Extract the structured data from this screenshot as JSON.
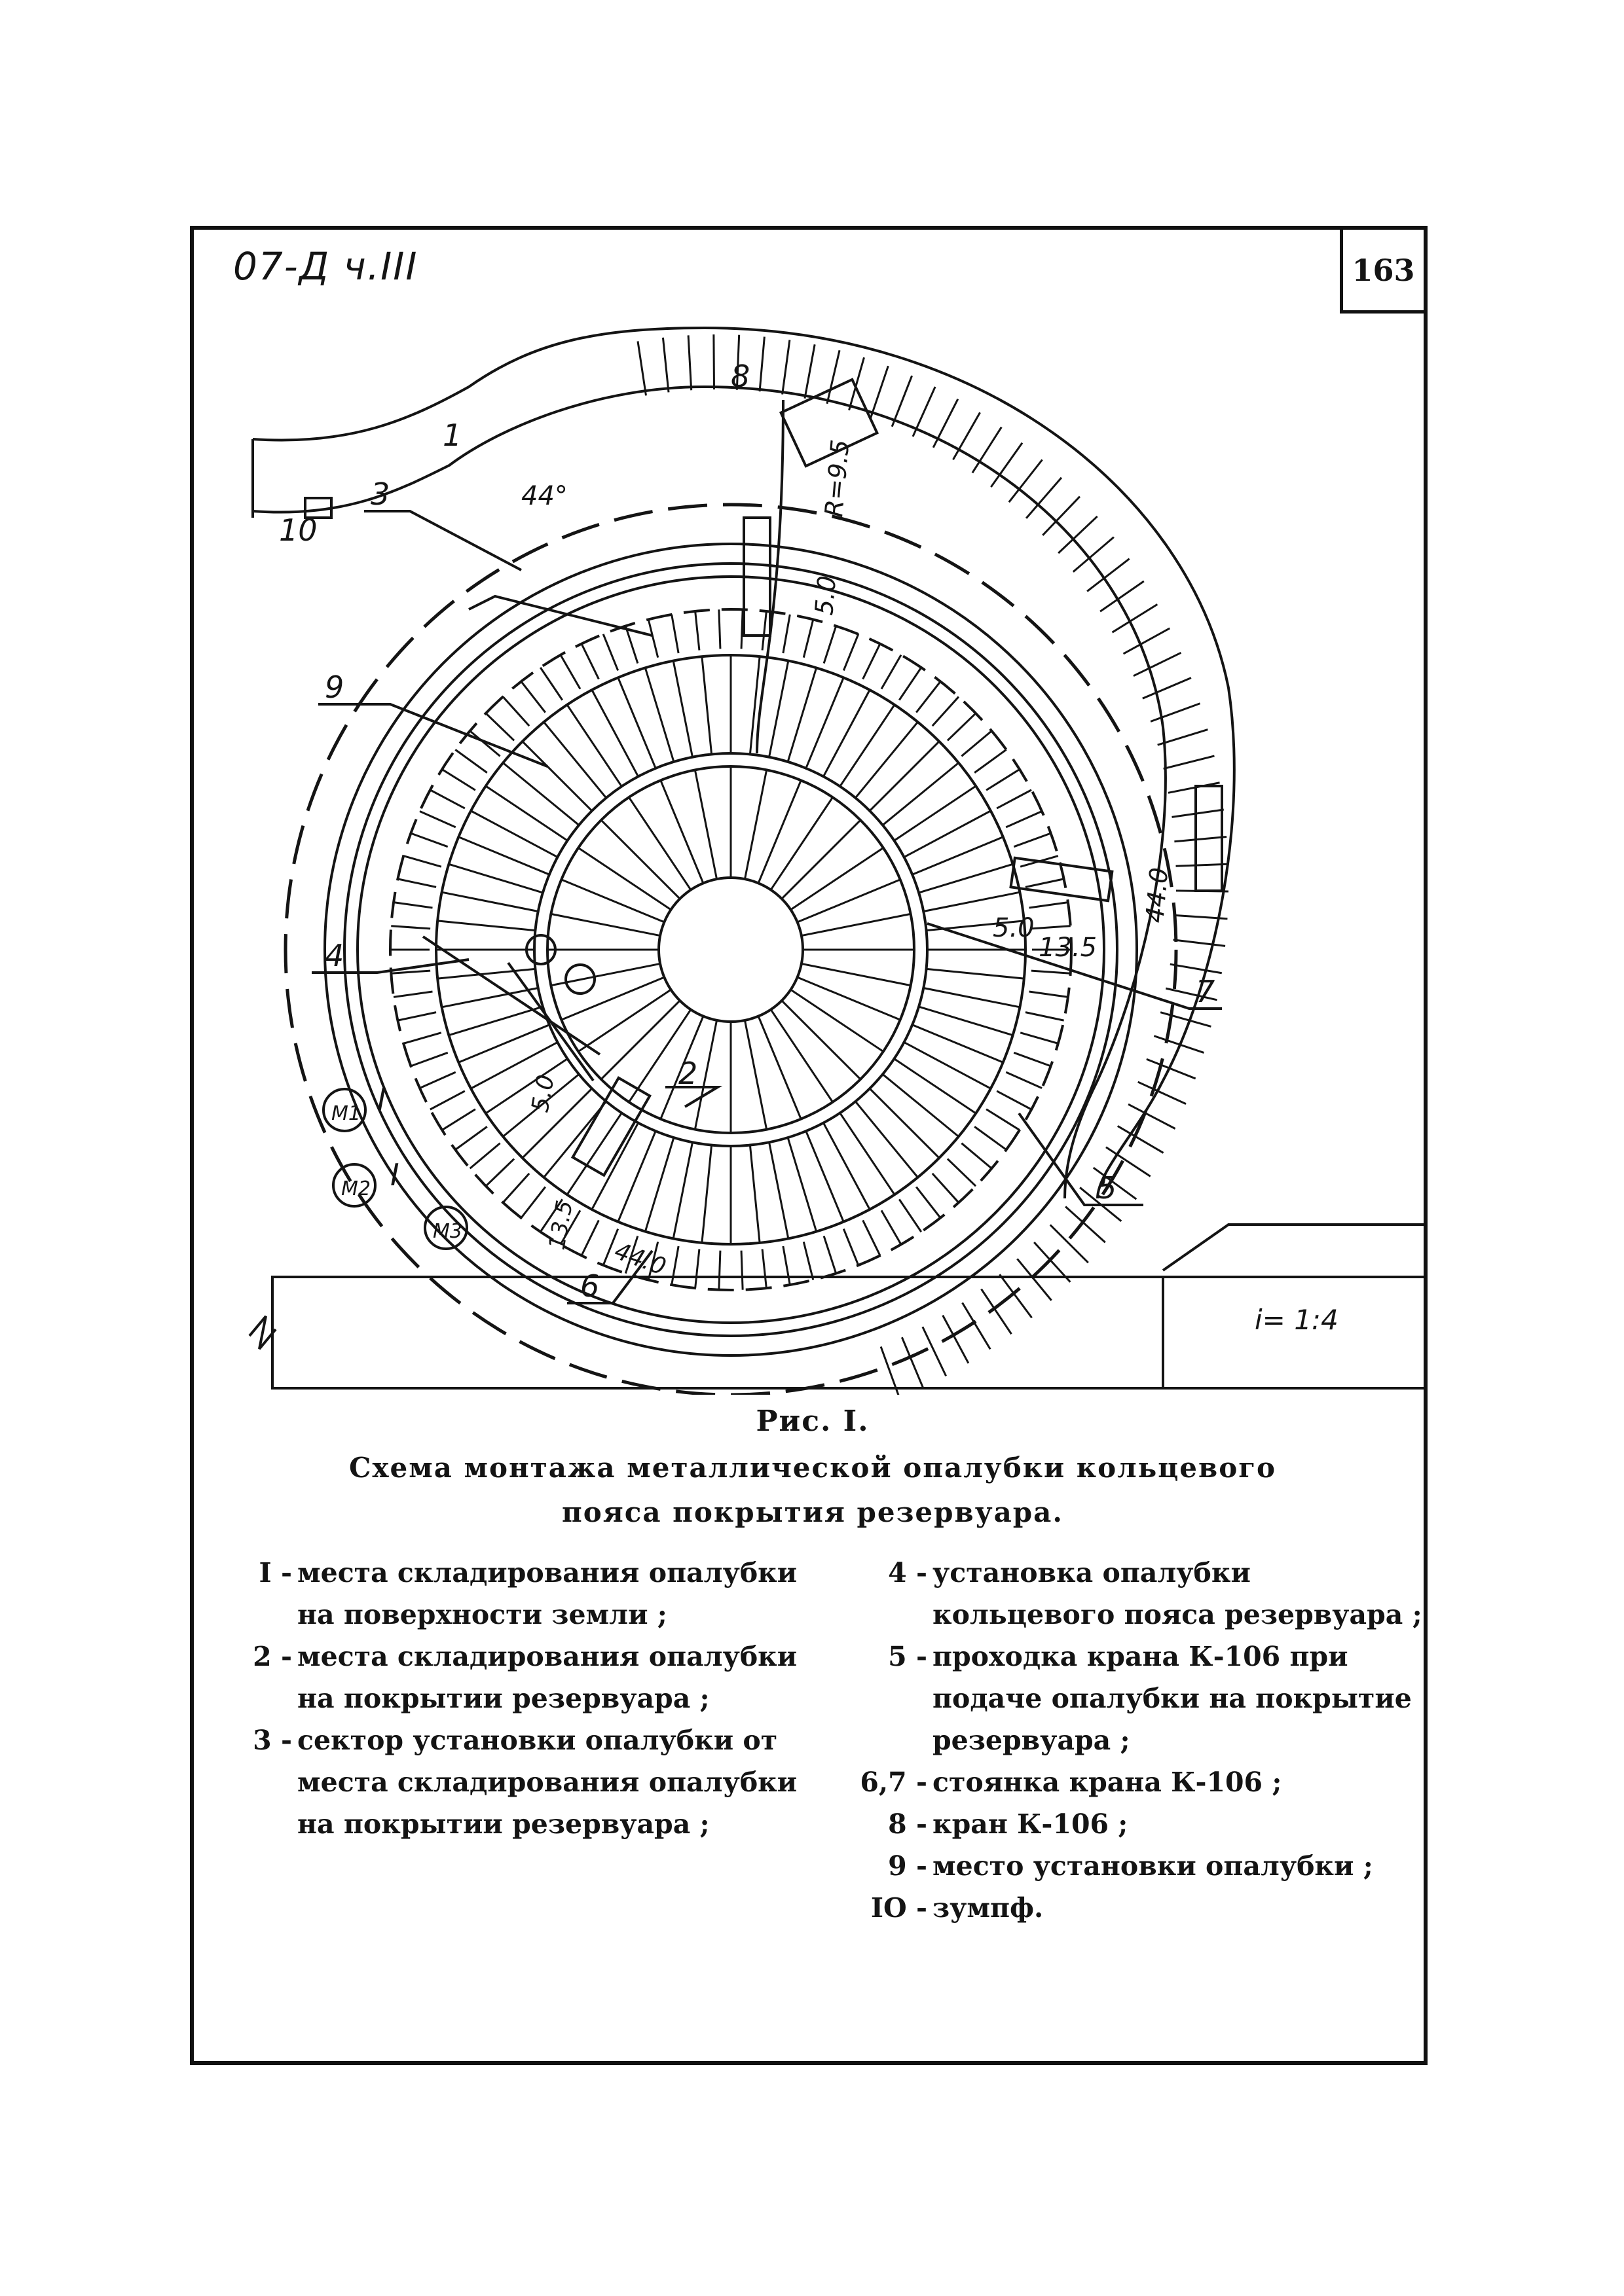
{
  "sheet": {
    "code": "07-Д ч.III",
    "page_number": "163"
  },
  "drawing": {
    "labels": {
      "l1": "1",
      "l2": "2",
      "l3": "3",
      "l4": "4",
      "l5": "5",
      "l6": "6",
      "l7": "7",
      "l8": "8",
      "l9": "9",
      "l10": "10",
      "roman1a": "I",
      "roman1b": "I",
      "m1": "M1",
      "m2": "M2",
      "m3": "M3",
      "dim_44_top": "44°",
      "dim_r95": "R=9.5",
      "dim_50_top": "5.0",
      "dim_50_right": "5.0",
      "dim_135": "13.5",
      "dim_440_right": "44.0",
      "dim_50_left": "5.0",
      "dim_135_left": "13.5",
      "dim_440_bottom": "44.0",
      "slope": "i= 1:4"
    }
  },
  "caption": {
    "fig": "Рис. I.",
    "title_line1": "Схема монтажа металлической опалубки кольцевого",
    "title_line2": "пояса покрытия резервуара."
  },
  "legend": {
    "left": [
      {
        "num": "I -",
        "text": "места складирования опалубки на поверхности земли ;"
      },
      {
        "num": "2 -",
        "text": "места складирования опалубки на покрытии резервуара ;"
      },
      {
        "num": "3 -",
        "text": "сектор установки опалубки от места складирования опалубки на покрытии резервуара ;"
      }
    ],
    "right": [
      {
        "num": "4 -",
        "text": "установка опалубки кольцевого пояса резервуара ;"
      },
      {
        "num": "5 -",
        "text": "проходка крана К-106 при подаче опалубки на покрытие резервуара ;"
      },
      {
        "num": "6,7 -",
        "text": "стоянка крана К-106 ;"
      },
      {
        "num": "8 -",
        "text": "кран К-106 ;"
      },
      {
        "num": "9 -",
        "text": "место установки опалубки ;"
      },
      {
        "num": "IO -",
        "text": "зумпф."
      }
    ]
  }
}
